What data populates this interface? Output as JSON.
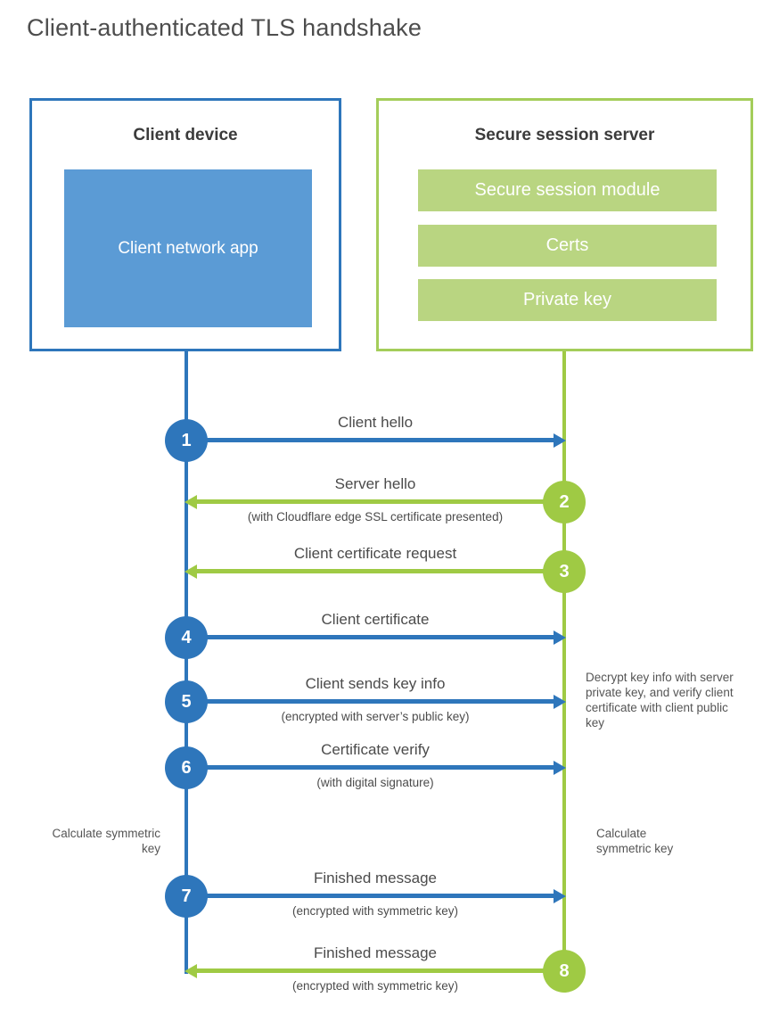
{
  "title": "Client-authenticated TLS handshake",
  "colors": {
    "blue_stroke": "#2e76bb",
    "blue_fill": "#5b9bd5",
    "green_stroke": "#9fca44",
    "green_border": "#a4cd5a",
    "green_fill": "#b9d581",
    "heading_text": "#3b3b3b",
    "label_text": "#4b4b4b"
  },
  "client": {
    "title": "Client device",
    "app_label": "Client network app"
  },
  "server": {
    "title": "Secure session server",
    "modules": [
      "Secure session module",
      "Certs",
      "Private key"
    ]
  },
  "steps": [
    {
      "num": "1",
      "label": "Client hello",
      "sublabel": "",
      "direction": "client-to-server"
    },
    {
      "num": "2",
      "label": "Server hello",
      "sublabel": "(with Cloudflare edge SSL certificate presented)",
      "direction": "server-to-client"
    },
    {
      "num": "3",
      "label": "Client certificate request",
      "sublabel": "",
      "direction": "server-to-client"
    },
    {
      "num": "4",
      "label": "Client certificate",
      "sublabel": "",
      "direction": "client-to-server"
    },
    {
      "num": "5",
      "label": "Client sends key info",
      "sublabel": "(encrypted with server’s public key)",
      "direction": "client-to-server"
    },
    {
      "num": "6",
      "label": "Certificate verify",
      "sublabel": "(with digital signature)",
      "direction": "client-to-server"
    },
    {
      "num": "7",
      "label": "Finished message",
      "sublabel": "(encrypted with symmetric key)",
      "direction": "client-to-server"
    },
    {
      "num": "8",
      "label": "Finished message",
      "sublabel": "(encrypted with symmetric key)",
      "direction": "server-to-client"
    }
  ],
  "notes": {
    "decrypt": "Decrypt key info with server private key, and verify client certificate with client public key",
    "calc_left": "Calculate symmetric key",
    "calc_right": "Calculate symmetric key"
  }
}
